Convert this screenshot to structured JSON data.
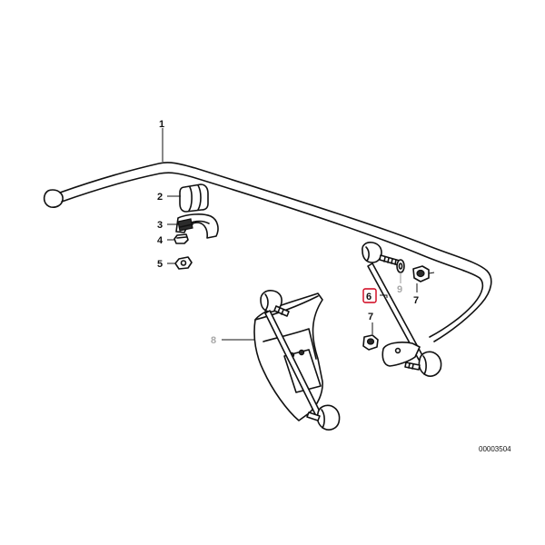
{
  "diagram": {
    "callouts": {
      "c1": "1",
      "c2": "2",
      "c3": "3",
      "c4": "4",
      "c5": "5",
      "c6": "6",
      "c7a": "7",
      "c7b": "7",
      "c8": "8",
      "c9": "9"
    },
    "highlighted_part": "6",
    "highlight_color": "#d0021b",
    "document_id": "00003504"
  }
}
